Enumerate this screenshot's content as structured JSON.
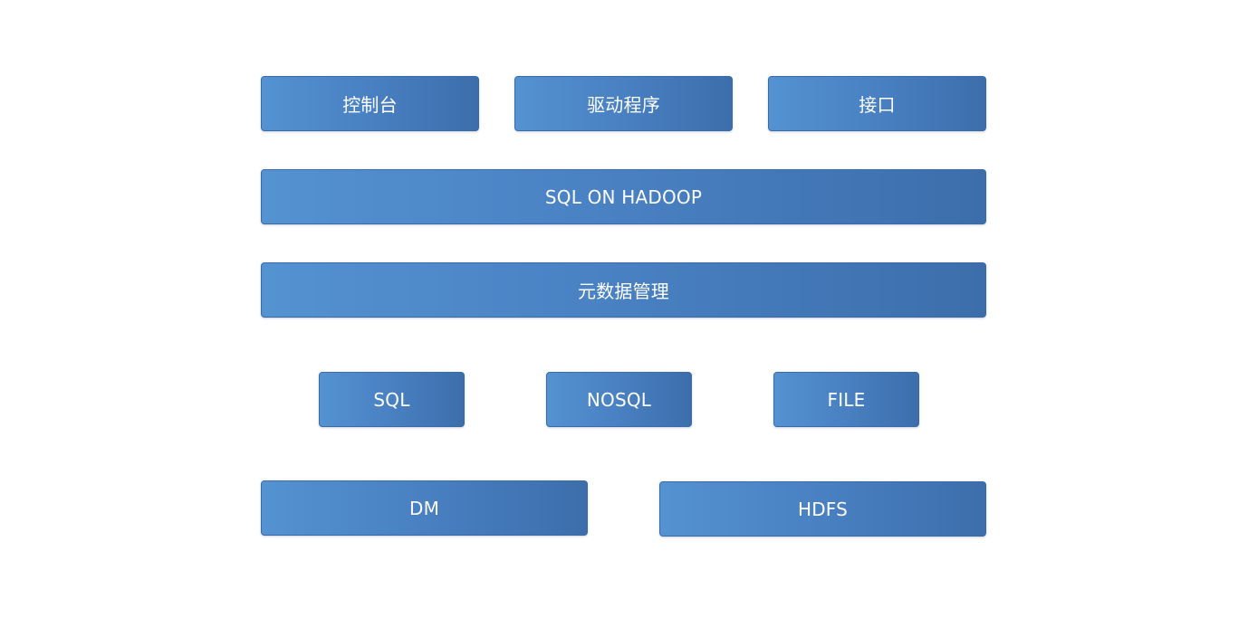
{
  "diagram": {
    "row1": {
      "console": "控制台",
      "driver": "驱动程序",
      "interface": "接口"
    },
    "row2": {
      "sql_on_hadoop": "SQL ON HADOOP"
    },
    "row3": {
      "metadata_management": "元数据管理"
    },
    "row4": {
      "sql": "SQL",
      "nosql": "NOSQL",
      "file": "FILE"
    },
    "row5": {
      "dm": "DM",
      "hdfs": "HDFS"
    }
  },
  "colors": {
    "block_light": "#5492d1",
    "block_dark": "#3c6eab",
    "block_border": "#3a6aa8",
    "text": "#ffffff",
    "background": "#ffffff"
  }
}
